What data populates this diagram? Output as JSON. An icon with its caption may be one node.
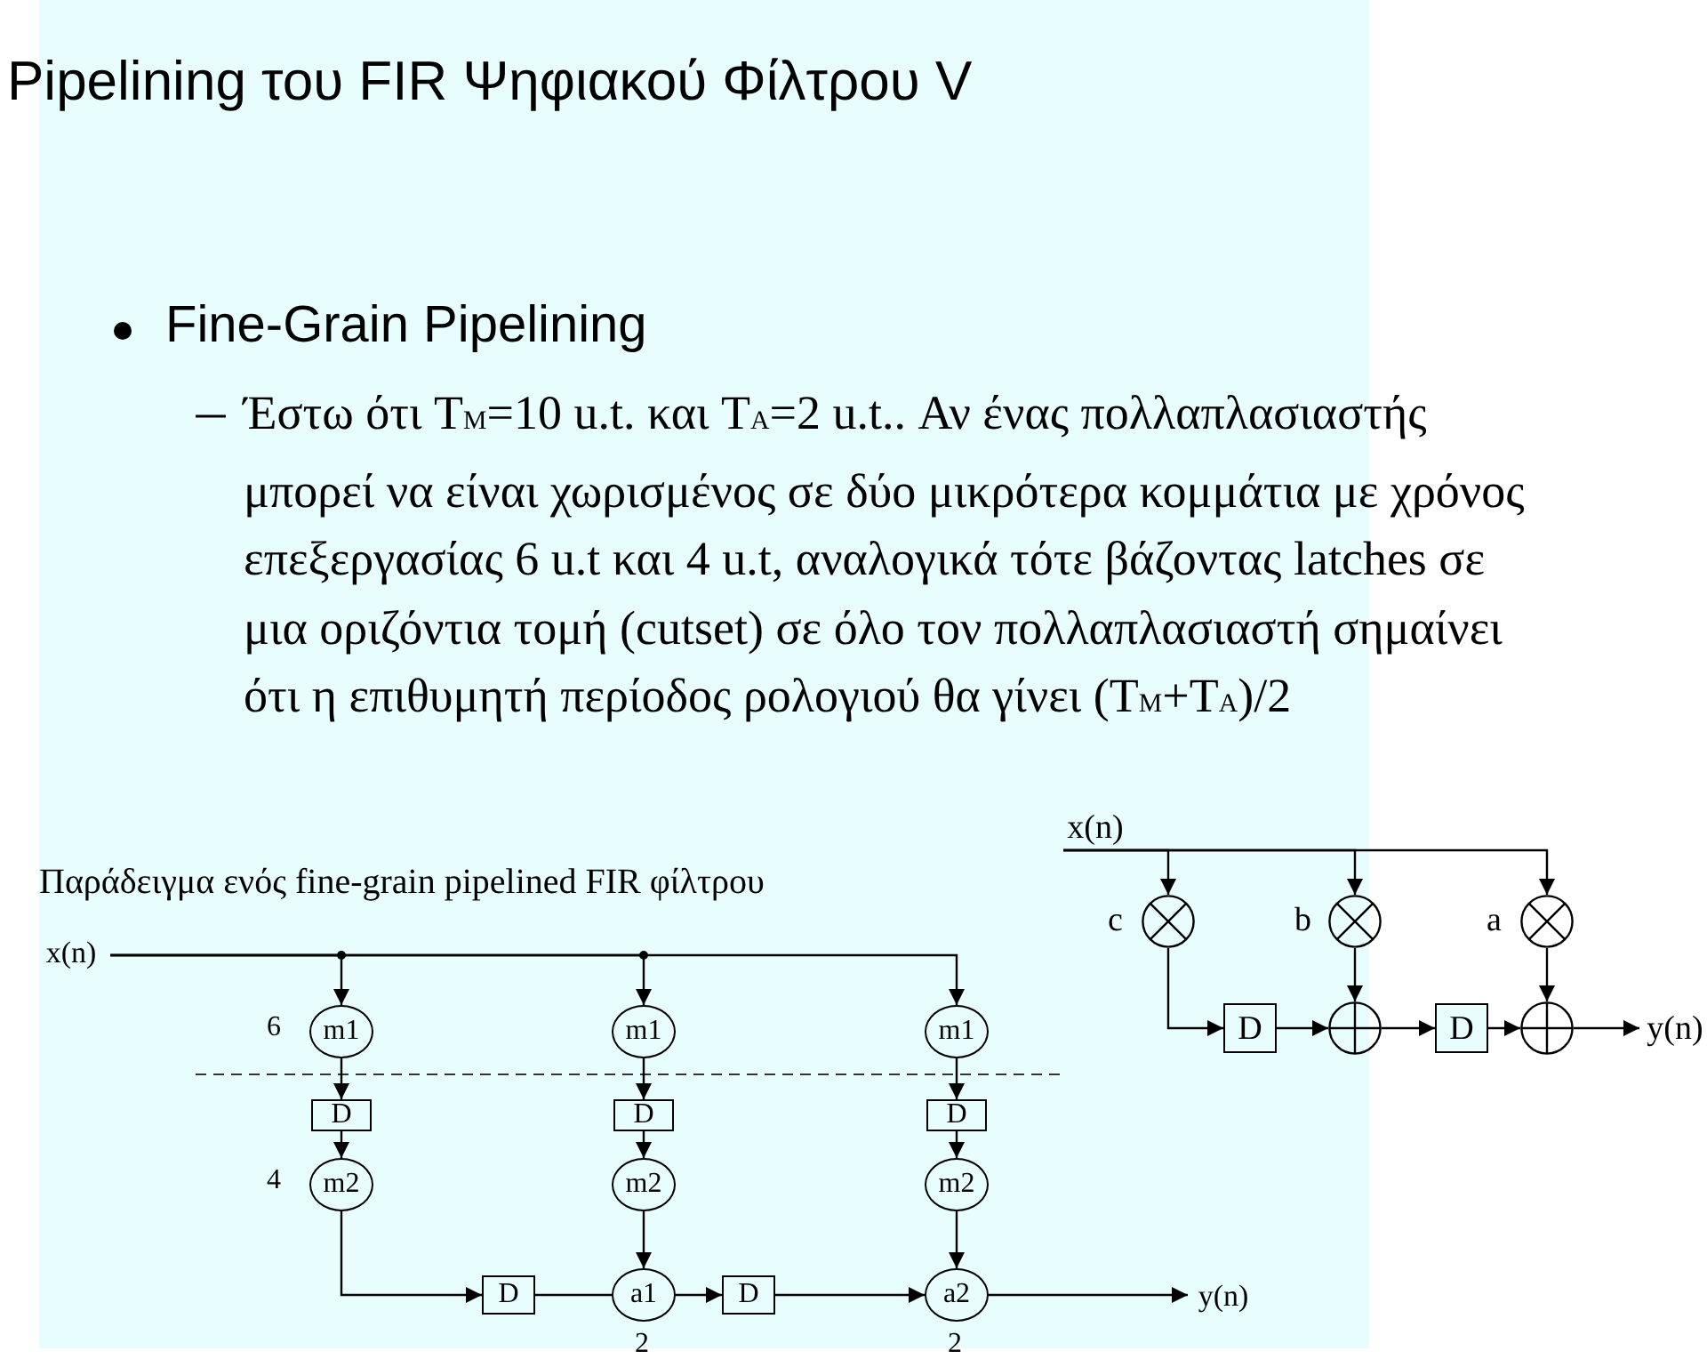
{
  "diagram": {
    "title": "Pipelining του FIR Ψηφιακού Φίλτρου V",
    "nodes": [
      {
        "text": [
          "x(n)"
        ]
      },
      {
        "text": [
          "m1"
        ],
        "beside": [
          "6"
        ]
      },
      {
        "text": [
          "m1"
        ]
      },
      {
        "text": [
          "m1"
        ]
      },
      {
        "text": [
          "D"
        ]
      },
      {
        "text": [
          "D"
        ]
      },
      {
        "text": [
          "D"
        ]
      },
      {
        "text": [
          "m2"
        ],
        "beside": [
          "4"
        ]
      },
      {
        "text": [
          "m2"
        ]
      },
      {
        "text": [
          "m2"
        ]
      },
      {
        "text": [
          "D"
        ]
      },
      {
        "text": [
          "a1"
        ],
        "beside": [
          "2"
        ]
      },
      {
        "text": [
          "D"
        ]
      },
      {
        "text": [
          "a2"
        ],
        "beside": [
          "2"
        ]
      },
      {
        "text": [
          "y(n)"
        ]
      },
      {
        "text": [
          "x(n)"
        ]
      },
      {
        "text": [],
        "shape": "circle",
        "beside": [
          "c"
        ]
      },
      {
        "text": [],
        "shape": "circle",
        "beside": [
          "b"
        ]
      },
      {
        "text": [],
        "shape": "circle",
        "beside": [
          "a"
        ]
      },
      {
        "text": [
          "D"
        ]
      },
      {
        "text": [],
        "shape": "circle"
      },
      {
        "text": [
          "D"
        ]
      },
      {
        "text": [],
        "shape": "circle"
      },
      {
        "text": [
          "y(n)"
        ]
      }
    ],
    "edges": [
      {
        "from": 0,
        "to": 1,
        "arrow": "to"
      },
      {
        "from": 0,
        "to": 2,
        "arrow": "to"
      },
      {
        "from": 0,
        "to": 3,
        "arrow": "to"
      },
      {
        "from": 1,
        "to": 4,
        "arrow": "to"
      },
      {
        "from": 2,
        "to": 5,
        "arrow": "to"
      },
      {
        "from": 3,
        "to": 6,
        "arrow": "to"
      },
      {
        "from": 4,
        "to": 7,
        "arrow": "to"
      },
      {
        "from": 5,
        "to": 8,
        "arrow": "to"
      },
      {
        "from": 6,
        "to": 9,
        "arrow": "to"
      },
      {
        "from": 7,
        "to": 10,
        "arrow": "to"
      },
      {
        "from": 10,
        "to": 11,
        "arrow": "none"
      },
      {
        "from": 8,
        "to": 11,
        "arrow": "to"
      },
      {
        "from": 11,
        "to": 12,
        "arrow": "to"
      },
      {
        "from": 12,
        "to": 13,
        "arrow": "to"
      },
      {
        "from": 9,
        "to": 13,
        "arrow": "to"
      },
      {
        "from": 13,
        "to": 14,
        "arrow": "to"
      },
      {
        "from": 15,
        "to": 16,
        "arrow": "to"
      },
      {
        "from": 15,
        "to": 17,
        "arrow": "to"
      },
      {
        "from": 15,
        "to": 18,
        "arrow": "to"
      },
      {
        "from": 16,
        "to": 19,
        "arrow": "to"
      },
      {
        "from": 19,
        "to": 20,
        "arrow": "to"
      },
      {
        "from": 17,
        "to": 20,
        "arrow": "to"
      },
      {
        "from": 20,
        "to": 21,
        "arrow": "to"
      },
      {
        "from": 21,
        "to": 22,
        "arrow": "to"
      },
      {
        "from": 18,
        "to": 22,
        "arrow": "to"
      },
      {
        "from": 22,
        "to": 23,
        "arrow": "to"
      }
    ],
    "labels": [
      "Fine-Grain Pipelining",
      "Έστω ότι T$_{M}$=10 u.t. και  T$_{A}$=2 u.t.. Αν ένας πολλαπλασιαστής μπορεί να είναι χωρισμένος σε δύο μικρότερα κομμάτια με χρόνος επεξεργασίας 6 u.t και 4 u.t, αναλογικά τότε βάζοντας latches σε μια οριζόντια τομή (cutset) σε όλο τον πολλαπλασιαστή σημαίνει ότι η επιθυμητή περίοδος ρολογιού θα γίνει (T$_{M}$+T$_{A}$)/2",
      "Παράδειγμα ενός fine-grain pipelined FIR φίλτρου"
    ]
  }
}
